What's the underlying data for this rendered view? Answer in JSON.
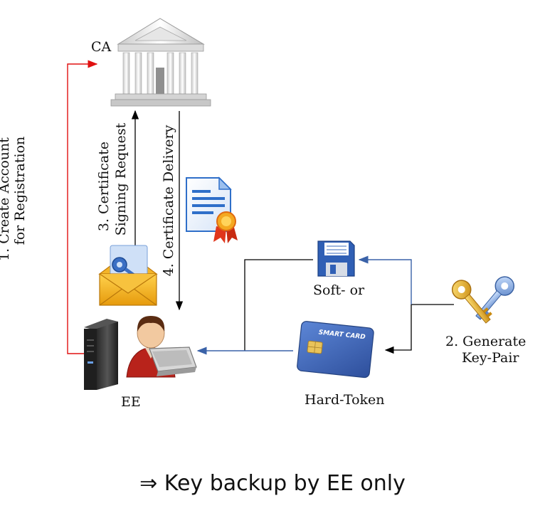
{
  "nodes": {
    "ca_label": "CA",
    "ee_label": "EE",
    "soft_label": "Soft- or",
    "hard_label": "Hard-Token",
    "smartcard_text": "SMART CARD"
  },
  "steps": {
    "step1_line1": "1. Create Account",
    "step1_line2": "for Registration",
    "step2_line1": "2. Generate",
    "step2_line2": "Key-Pair",
    "step3_line1": "3. Certificate",
    "step3_line2": "Signing Request",
    "step4": "4. Certificate Delivery"
  },
  "caption": "⇒ Key backup by EE only",
  "colors": {
    "red_arrow": "#e01010",
    "blue_arrow": "#3a62a8",
    "black_arrow": "#000000"
  }
}
